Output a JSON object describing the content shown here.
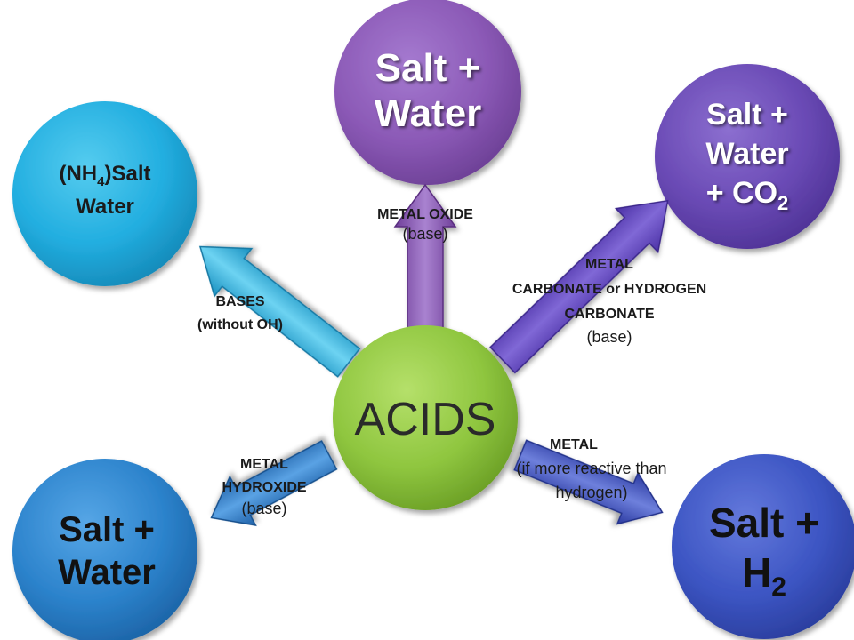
{
  "center": {
    "label": "ACIDS"
  },
  "nodes": {
    "top": {
      "line1": "Salt +",
      "line2": "Water"
    },
    "top_right": {
      "line1": "Salt +",
      "line2": "Water",
      "line3": "+ CO",
      "sub": "2"
    },
    "upper_left": {
      "pre": "(NH",
      "sub": "4",
      "post": ")Salt",
      "line2": "Water"
    },
    "lower_left": {
      "line1": "Salt +",
      "line2": "Water"
    },
    "lower_right": {
      "line1": "Salt +",
      "line2": "H",
      "sub": "2"
    }
  },
  "reactants": {
    "metal_oxide": {
      "name": "METAL OXIDE",
      "note": "(base)"
    },
    "metal_carbonate": {
      "line1": "METAL",
      "line2": "CARBONATE or HYDROGEN",
      "line3": "CARBONATE",
      "note": "(base)"
    },
    "bases": {
      "line1": "BASES",
      "line2": "(without OH)"
    },
    "metal_hydroxide": {
      "line1": "METAL",
      "line2": "HYDROXIDE",
      "note": "(base)"
    },
    "metal": {
      "line1": "METAL",
      "line2": "(if more reactive than",
      "line3": "hydrogen)"
    }
  },
  "colors": {
    "center": "#8fc63f",
    "top": "#8b59b6",
    "top_right": "#6a4ab5",
    "upper_left": "#22aee0",
    "lower_left": "#2c83cc",
    "lower_right": "#3c55c3",
    "arrow_top": "#8b59b6",
    "arrow_top_right": "#6244c0",
    "arrow_upper_left": "#28b4e4",
    "arrow_lower_left": "#2f7dcc",
    "arrow_lower_right": "#3f4fc4"
  }
}
